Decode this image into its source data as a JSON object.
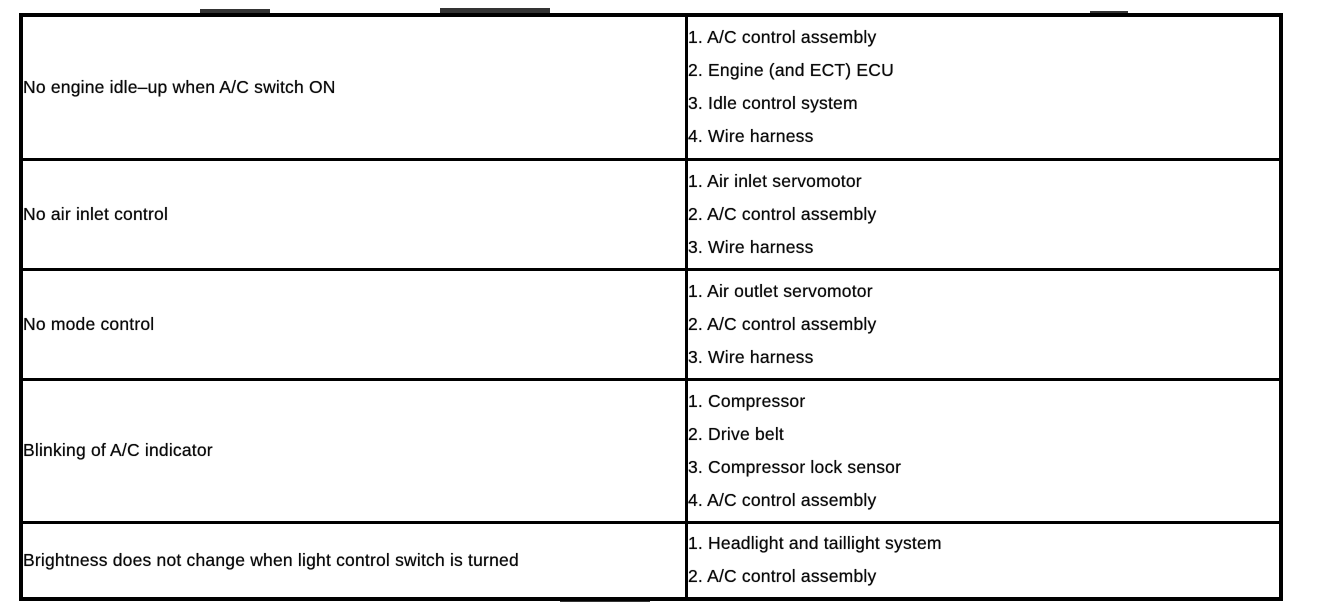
{
  "page": {
    "background": "#ffffff",
    "ink": "#0a0a0a",
    "border_color": "#000000"
  },
  "table": {
    "rows": [
      {
        "symptom": "No engine idle–up when A/C switch ON",
        "suspects": [
          "1. A/C control assembly",
          "2. Engine (and ECT) ECU",
          "3. Idle control system",
          "4. Wire harness"
        ]
      },
      {
        "symptom": "No air inlet control",
        "suspects": [
          "1. Air inlet servomotor",
          "2. A/C control assembly",
          "3. Wire harness"
        ]
      },
      {
        "symptom": "No mode control",
        "suspects": [
          "1. Air outlet servomotor",
          "2. A/C control assembly",
          "3. Wire harness"
        ]
      },
      {
        "symptom": "Blinking of A/C indicator",
        "suspects": [
          "1. Compressor",
          "2. Drive belt",
          "3. Compressor lock sensor",
          "4. A/C control assembly"
        ]
      },
      {
        "symptom": "Brightness does not change when light control switch is turned",
        "suspects": [
          "1. Headlight and taillight system",
          "2. A/C control assembly"
        ]
      }
    ]
  }
}
